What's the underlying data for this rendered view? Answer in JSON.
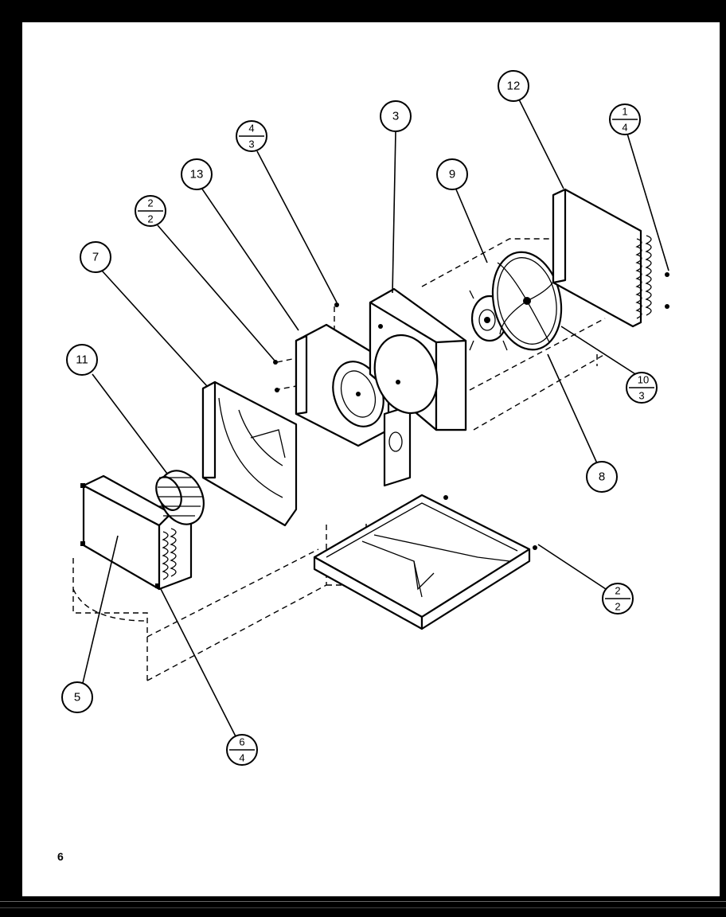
{
  "page_number": "6",
  "callouts": [
    {
      "id": "c12",
      "label": "12"
    },
    {
      "id": "c3",
      "label": "3"
    },
    {
      "id": "c4_3",
      "num": "4",
      "den": "3"
    },
    {
      "id": "c13",
      "label": "13"
    },
    {
      "id": "c2_2a",
      "num": "2",
      "den": "2"
    },
    {
      "id": "c7",
      "label": "7"
    },
    {
      "id": "c9",
      "label": "9"
    },
    {
      "id": "c1_4",
      "num": "1",
      "den": "4"
    },
    {
      "id": "c11",
      "label": "11"
    },
    {
      "id": "c10_3",
      "num": "10",
      "den": "3"
    },
    {
      "id": "c8",
      "label": "8"
    },
    {
      "id": "c2_2b",
      "num": "2",
      "den": "2"
    },
    {
      "id": "c5",
      "label": "5"
    },
    {
      "id": "c6_4",
      "num": "6",
      "den": "4"
    }
  ]
}
